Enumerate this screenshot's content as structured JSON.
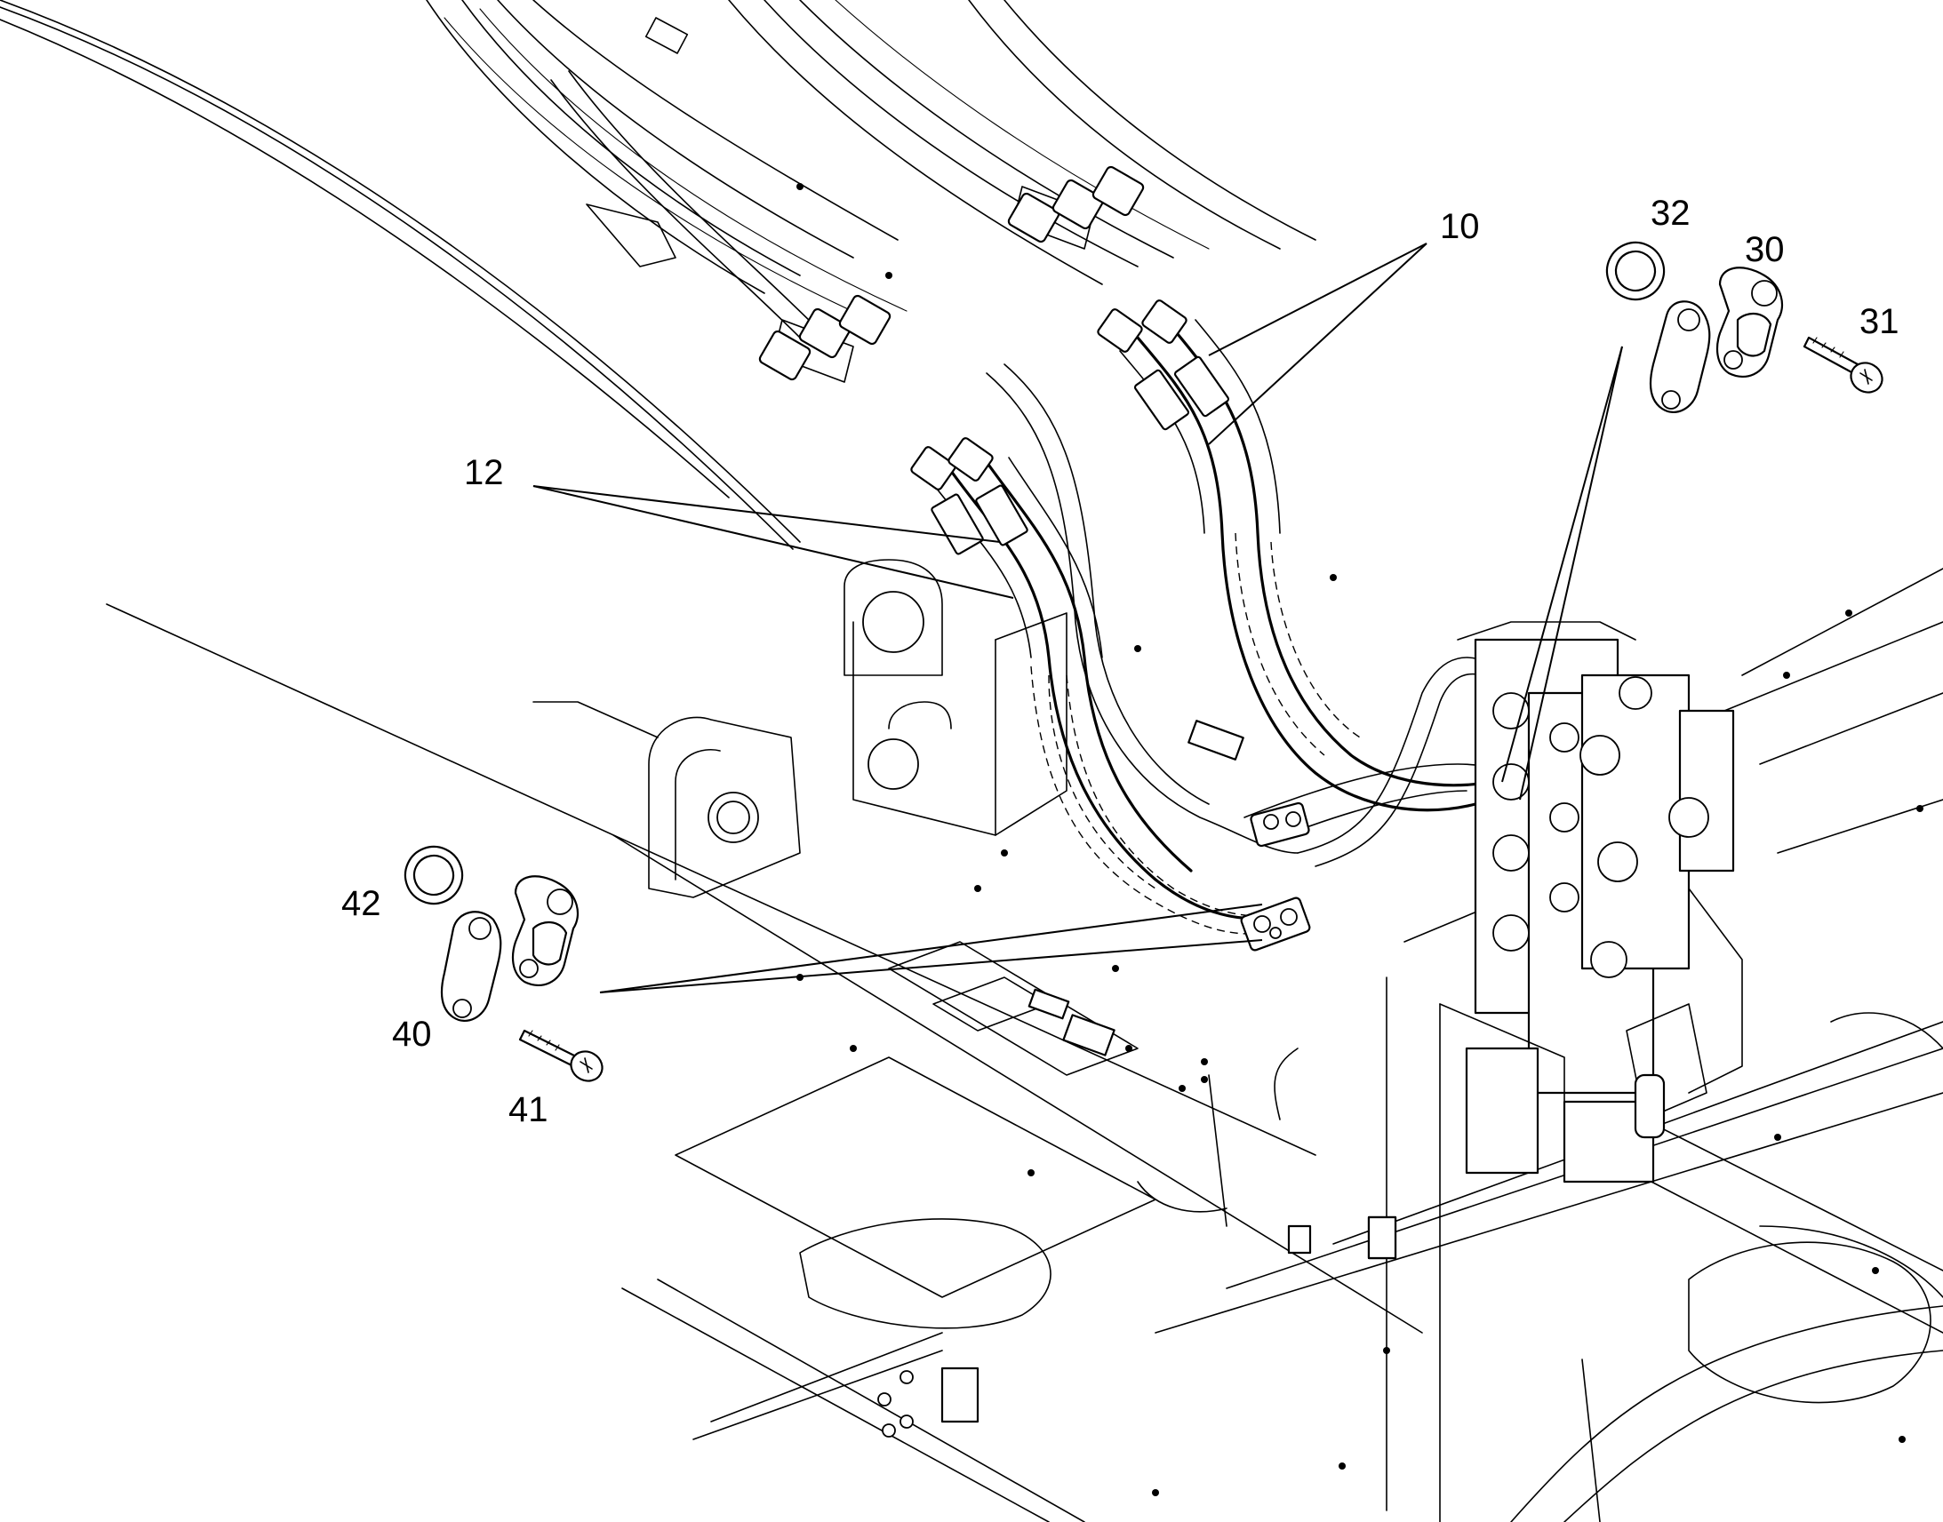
{
  "callouts": {
    "c10": "10",
    "c12": "12",
    "c30": "30",
    "c31": "31",
    "c32": "32",
    "c40": "40",
    "c41": "41",
    "c42": "42"
  }
}
